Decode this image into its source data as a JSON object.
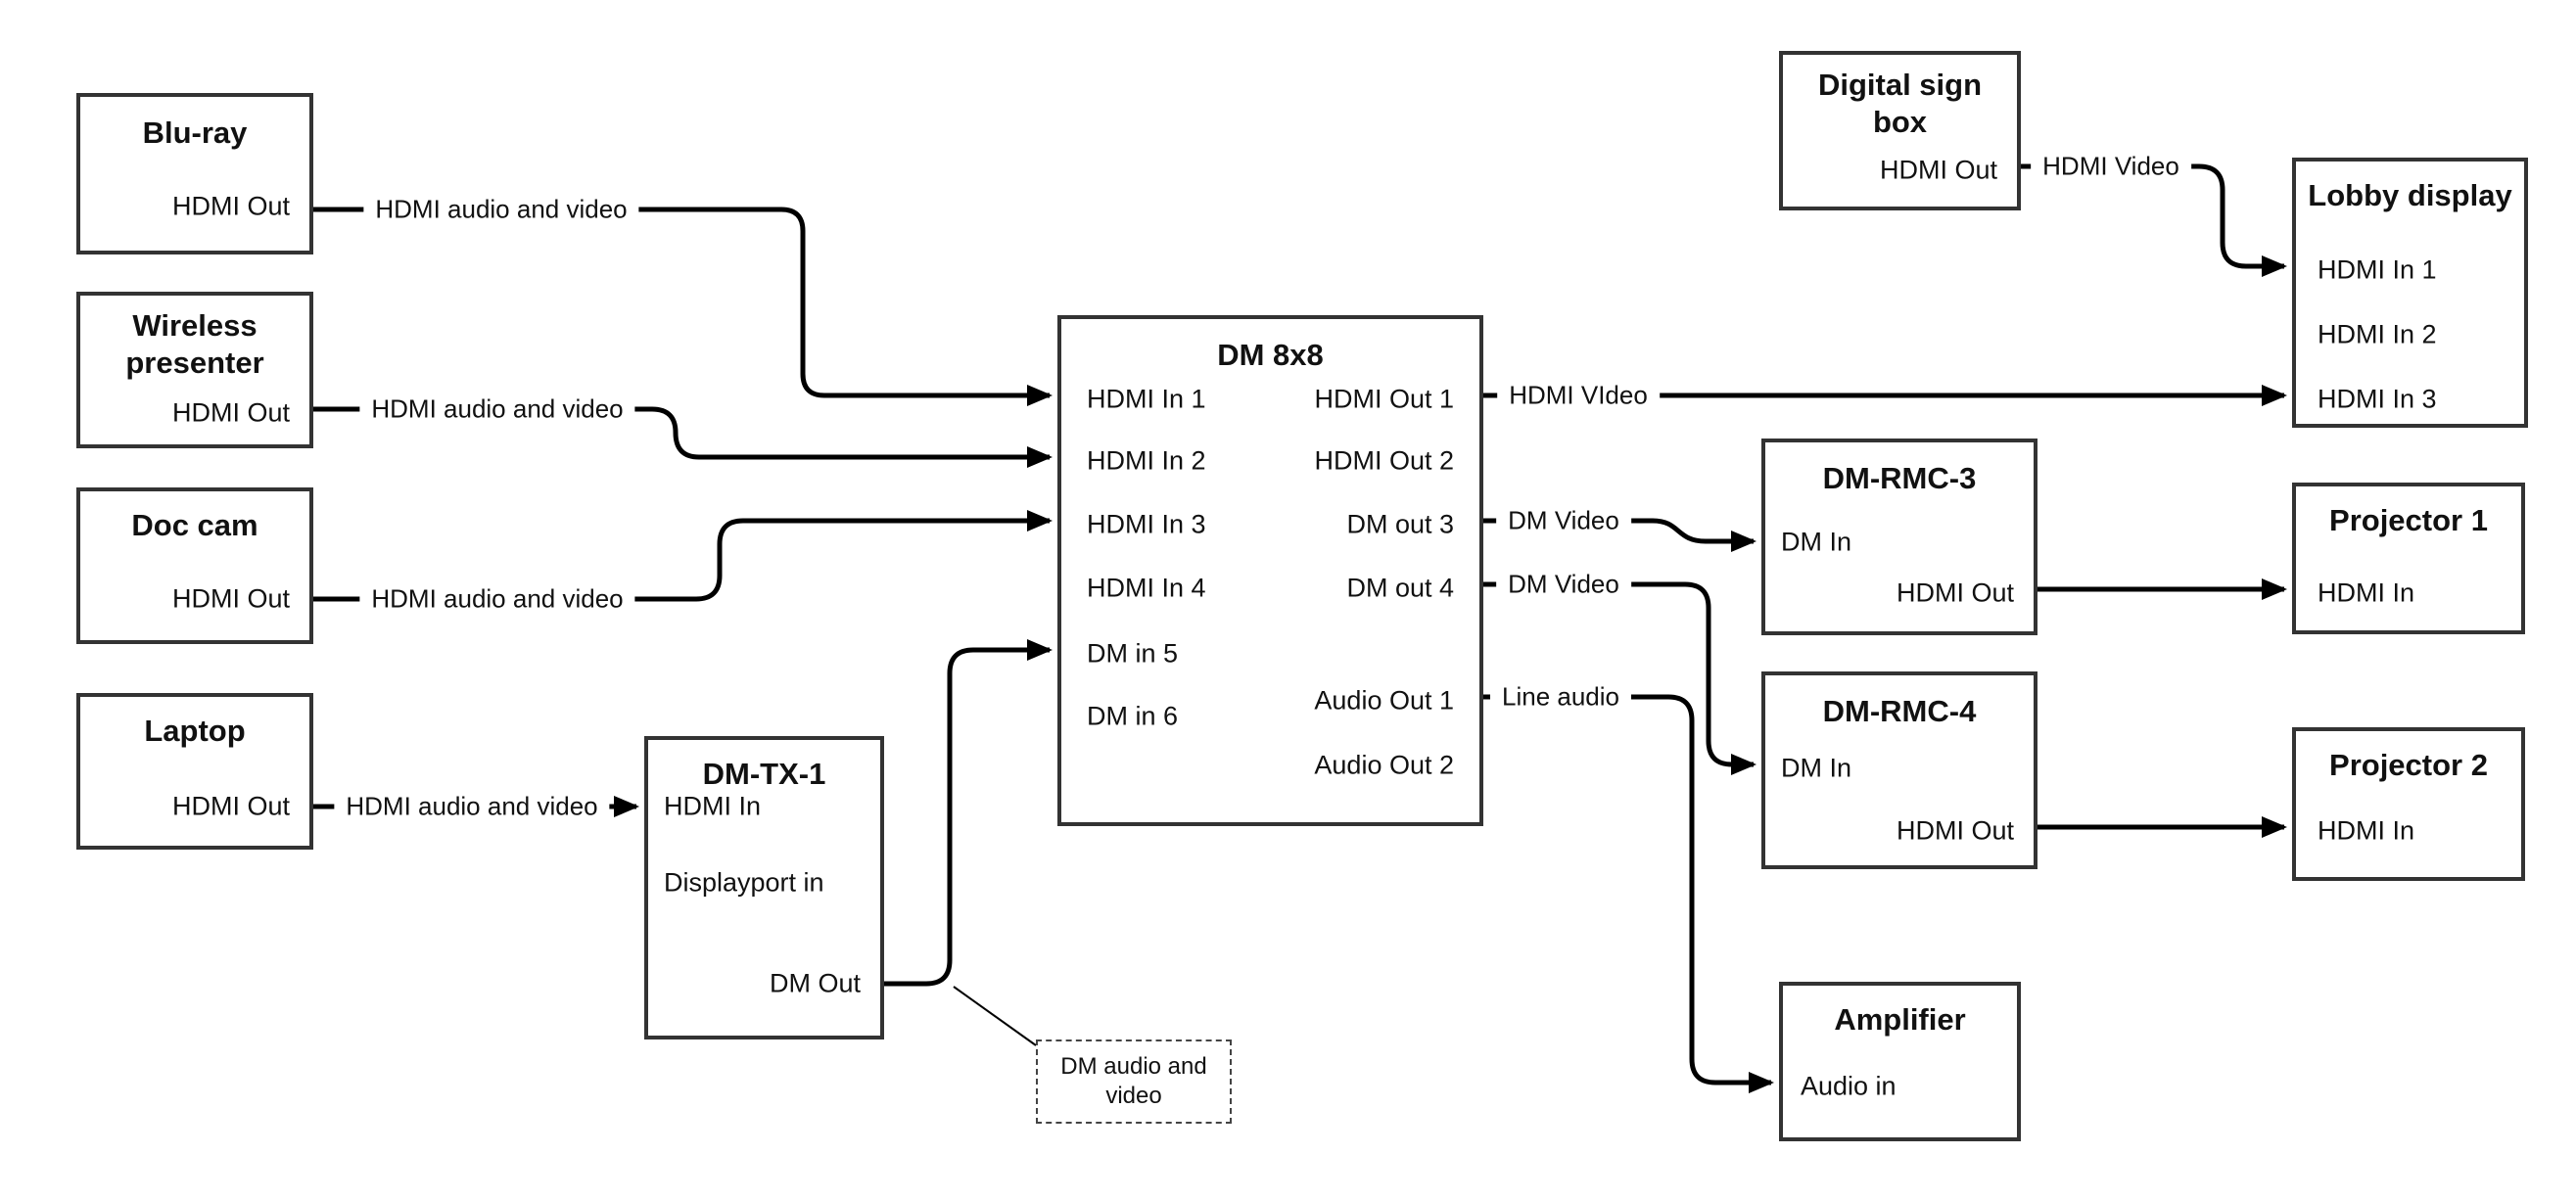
{
  "colors": {
    "background": "#ffffff",
    "line": "#000000",
    "box_border": "#333333",
    "text": "#111111"
  },
  "nodes": {
    "bluray": {
      "title": "Blu-ray",
      "ports": {
        "hdmi_out": "HDMI Out"
      }
    },
    "wireless_presenter": {
      "title": "Wireless presenter",
      "ports": {
        "hdmi_out": "HDMI Out"
      }
    },
    "doc_cam": {
      "title": "Doc cam",
      "ports": {
        "hdmi_out": "HDMI Out"
      }
    },
    "laptop": {
      "title": "Laptop",
      "ports": {
        "hdmi_out": "HDMI Out"
      }
    },
    "dm_tx_1": {
      "title": "DM-TX-1",
      "ports": {
        "hdmi_in": "HDMI In",
        "displayport_in": "Displayport in",
        "dm_out": "DM Out"
      }
    },
    "dm_8x8": {
      "title": "DM 8x8",
      "inputs": [
        "HDMI In 1",
        "HDMI In 2",
        "HDMI In 3",
        "HDMI In 4",
        "DM in 5",
        "DM in 6"
      ],
      "outputs": [
        "HDMI Out 1",
        "HDMI Out 2",
        "DM out 3",
        "DM out 4",
        "Audio Out 1",
        "Audio Out 2"
      ]
    },
    "digital_sign_box": {
      "title": "Digital sign box",
      "ports": {
        "hdmi_out": "HDMI Out"
      }
    },
    "lobby_display": {
      "title": "Lobby display",
      "inputs": [
        "HDMI In 1",
        "HDMI In 2",
        "HDMI In 3"
      ]
    },
    "dm_rmc_3": {
      "title": "DM-RMC-3",
      "ports": {
        "dm_in": "DM In",
        "hdmi_out": "HDMI Out"
      }
    },
    "projector_1": {
      "title": "Projector 1",
      "ports": {
        "hdmi_in": "HDMI In"
      }
    },
    "dm_rmc_4": {
      "title": "DM-RMC-4",
      "ports": {
        "dm_in": "DM In",
        "hdmi_out": "HDMI Out"
      }
    },
    "projector_2": {
      "title": "Projector 2",
      "ports": {
        "hdmi_in": "HDMI In"
      }
    },
    "amplifier": {
      "title": "Amplifier",
      "ports": {
        "audio_in": "Audio in"
      }
    }
  },
  "edge_labels": {
    "bluray_to_dm8x8": "HDMI audio and video",
    "wireless_to_dm8x8": "HDMI audio and video",
    "doccam_to_dm8x8": "HDMI audio and video",
    "laptop_to_dmtx1": "HDMI audio and video",
    "hdmi_out_1": "HDMI VIdeo",
    "signbox_to_lobby": "HDMI Video",
    "dm_out_3": "DM Video",
    "dm_out_4": "DM Video",
    "audio_out_1": "Line audio"
  },
  "note": {
    "text": "DM audio and video"
  }
}
